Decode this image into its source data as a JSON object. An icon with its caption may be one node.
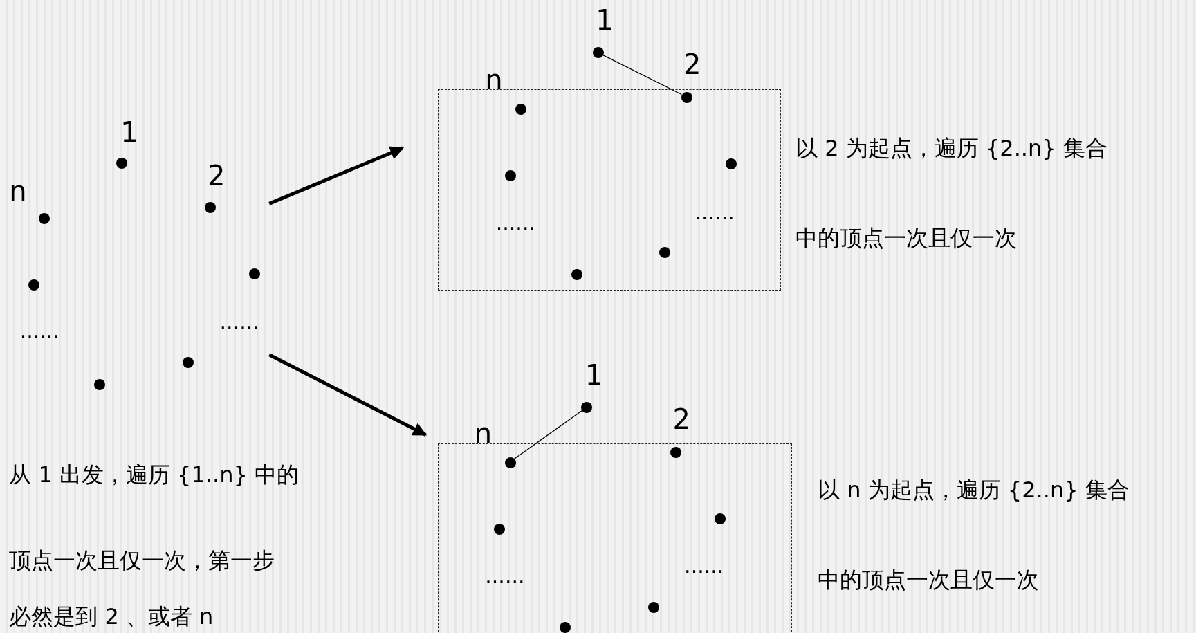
{
  "diagram": {
    "nodes": [
      {
        "text": [],
        "shape": "circle",
        "beside": [
          "1"
        ]
      },
      {
        "text": [],
        "shape": "circle",
        "beside": [
          "n"
        ]
      },
      {
        "text": [],
        "shape": "circle",
        "beside": [
          "2"
        ]
      },
      {
        "text": [],
        "shape": "circle"
      },
      {
        "text": [],
        "shape": "circle"
      },
      {
        "text": [],
        "shape": "circle"
      },
      {
        "text": [],
        "shape": "circle"
      },
      {
        "text": [],
        "shape": "box",
        "beside": [
          "以 2 为起点，遍历 {2..n} 集合",
          "中的顶点一次且仅一次"
        ]
      },
      {
        "text": [],
        "shape": "circle",
        "beside": [
          "1"
        ]
      },
      {
        "text": [],
        "shape": "circle",
        "in": 7,
        "beside": [
          "2"
        ]
      },
      {
        "text": [],
        "shape": "circle",
        "in": 7,
        "beside": [
          "n"
        ]
      },
      {
        "text": [],
        "shape": "circle",
        "in": 7
      },
      {
        "text": [],
        "shape": "circle",
        "in": 7
      },
      {
        "text": [],
        "shape": "circle",
        "in": 7
      },
      {
        "text": [],
        "shape": "circle",
        "in": 7
      },
      {
        "text": [],
        "shape": "box",
        "beside": [
          "以 n 为起点，遍历 {2..n} 集合",
          "中的顶点一次且仅一次"
        ]
      },
      {
        "text": [],
        "shape": "circle",
        "beside": [
          "1"
        ]
      },
      {
        "text": [],
        "shape": "circle",
        "in": 15,
        "beside": [
          "n"
        ]
      },
      {
        "text": [],
        "shape": "circle",
        "in": 15,
        "beside": [
          "2"
        ]
      },
      {
        "text": [],
        "shape": "circle",
        "in": 15
      },
      {
        "text": [],
        "shape": "circle",
        "in": 15
      },
      {
        "text": [],
        "shape": "circle",
        "in": 15
      },
      {
        "text": [],
        "shape": "circle",
        "in": 15
      }
    ],
    "edges": [
      {
        "from": null,
        "to": 7,
        "arrow": "to",
        "style": "thick"
      },
      {
        "from": null,
        "to": 15,
        "arrow": "to",
        "style": "thick"
      },
      {
        "from": 8,
        "to": 9,
        "arrow": "none"
      },
      {
        "from": 16,
        "to": 17,
        "arrow": "none"
      }
    ],
    "labels": [
      "......",
      "......",
      "......",
      "......",
      "......",
      "......",
      "从 1 出发，遍历 {1..n} 中的",
      "顶点一次且仅一次，第一步",
      "必然是到 2 、或者 n"
    ]
  }
}
